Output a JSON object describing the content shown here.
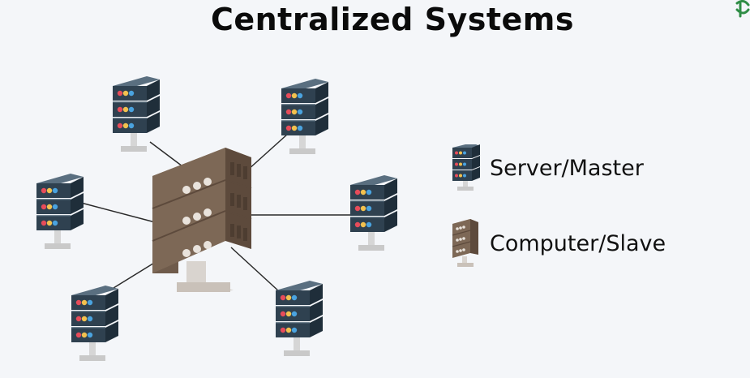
{
  "title": "Centralized Systems",
  "legend": [
    {
      "label": "Server/Master",
      "icon": "server-icon"
    },
    {
      "label": "Computer/Slave",
      "icon": "computer-icon"
    }
  ],
  "diagram": {
    "center": {
      "role": "computer"
    },
    "satellites": 6,
    "connection": "star"
  },
  "colors": {
    "server_dark": "#344654",
    "computer_brown": "#7a6553",
    "logo_green": "#2f8d46"
  }
}
